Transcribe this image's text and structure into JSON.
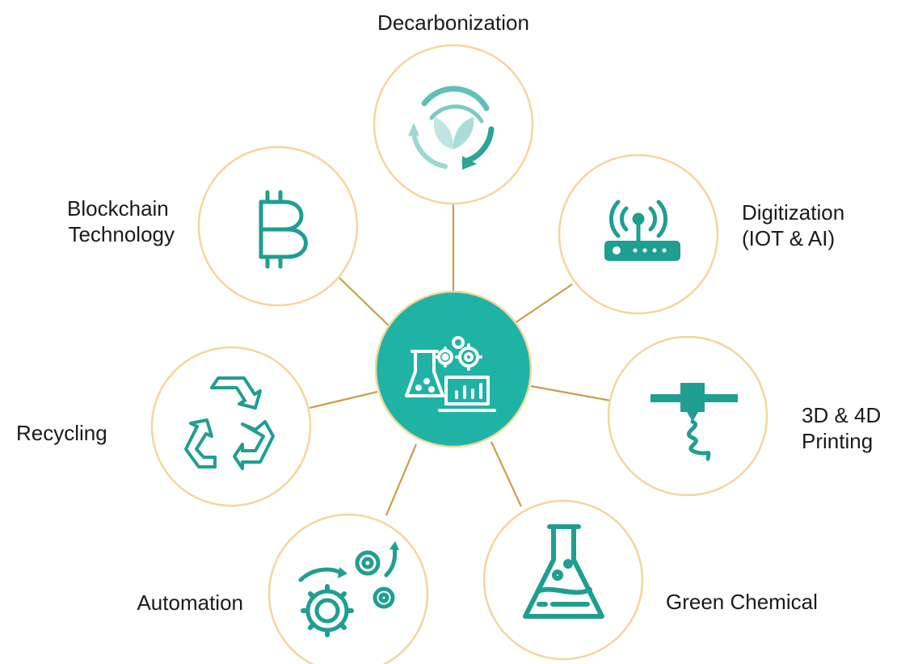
{
  "colors": {
    "accent": "#1fb3a5",
    "icon": "#1f9e92",
    "connector": "#c9a04a",
    "ring": "#f2d79a",
    "text": "#1a1a1a"
  },
  "hub": {
    "icon": "lab-analytics-icon"
  },
  "nodes": [
    {
      "id": "decarbonization",
      "lines": [
        "Decarbonization"
      ],
      "icon": "recycle-leaves-icon"
    },
    {
      "id": "digitization",
      "lines": [
        "Digitization",
        "(IOT & AI)"
      ],
      "icon": "wifi-router-icon"
    },
    {
      "id": "printing",
      "lines": [
        "3D & 4D",
        "Printing"
      ],
      "icon": "3d-printer-icon"
    },
    {
      "id": "green-chemical",
      "lines": [
        "Green Chemical"
      ],
      "icon": "flask-icon"
    },
    {
      "id": "automation",
      "lines": [
        "Automation"
      ],
      "icon": "gears-icon"
    },
    {
      "id": "recycling",
      "lines": [
        "Recycling"
      ],
      "icon": "recycle-arrows-icon"
    },
    {
      "id": "blockchain",
      "lines": [
        "Blockchain",
        "Technology"
      ],
      "icon": "bitcoin-icon"
    }
  ]
}
